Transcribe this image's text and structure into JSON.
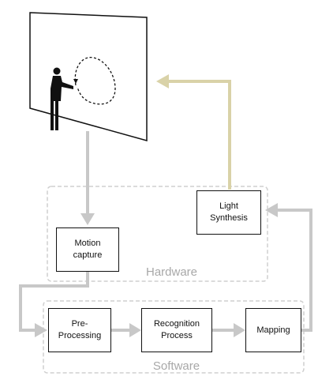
{
  "groups": {
    "hardware": "Hardware",
    "software": "Software"
  },
  "nodes": {
    "light_synthesis": "Light\nSynthesis",
    "motion_capture": "Motion\ncapture",
    "pre_processing": "Pre-\nProcessing",
    "recognition_process": "Recognition\nProcess",
    "mapping": "Mapping"
  },
  "colors": {
    "data_arrow": "#c8c8c8",
    "light_arrow": "#d9d2a8",
    "group_border": "#cfcfcf",
    "group_label": "#a8a8a8",
    "box_border": "#111111"
  },
  "icons": [
    "projection-screen-icon",
    "person-silhouette-icon",
    "gesture-path-icon"
  ]
}
